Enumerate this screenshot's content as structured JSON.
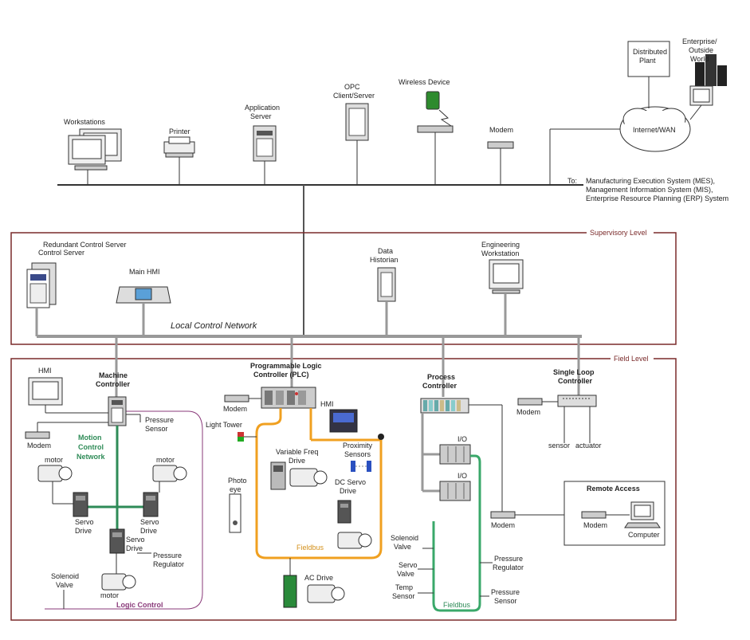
{
  "network": {
    "workstations": "Workstations",
    "printer": "Printer",
    "application_server": [
      "Application",
      "Server"
    ],
    "opc_server": [
      "OPC",
      "Client/Server"
    ],
    "wireless_device": "Wireless Device",
    "modem": "Modem",
    "distributed_plant": [
      "Distributed",
      "Plant"
    ],
    "enterprise": [
      "Enterprise/",
      "Outside",
      "World"
    ],
    "internet": "Internet/WAN",
    "to_label": "To:",
    "to_lines": [
      "Manufacturing Execution System (MES),",
      "Management Information System (MIS),",
      "Enterprise Resource Planning (ERP) System"
    ]
  },
  "supervisory": {
    "level_label": "Supervisory Level",
    "redundant_server": "Redundant Control Server",
    "control_server": "Control Server",
    "main_hmi": "Main HMI",
    "data_historian": [
      "Data",
      "Historian"
    ],
    "engineering_ws": [
      "Engineering",
      "Workstation"
    ],
    "local_network": "Local Control Network"
  },
  "field": {
    "level_label": "Field Level",
    "hmi": "HMI",
    "machine_controller": [
      "Machine",
      "Controller"
    ],
    "modem": "Modem",
    "pressure_sensor": [
      "Pressure",
      "Sensor"
    ],
    "motion_network": [
      "Motion",
      "Control",
      "Network"
    ],
    "motor": "motor",
    "servo_drive": [
      "Servo",
      "Drive"
    ],
    "pressure_regulator": [
      "Pressure",
      "Regulator"
    ],
    "solenoid_valve": [
      "Solenoid",
      "Valve"
    ],
    "logic_control": "Logic Control",
    "plc": [
      "Programmable Logic",
      "Controller (PLC)"
    ],
    "plc_modem": "Modem",
    "plc_hmi": "HMI",
    "light_tower": "Light Tower",
    "vfd": [
      "Variable Freq",
      "Drive"
    ],
    "prox_sensors": [
      "Proximity",
      "Sensors"
    ],
    "dc_servo": [
      "DC Servo",
      "Drive"
    ],
    "photo_eye": [
      "Photo",
      "eye"
    ],
    "fieldbus": "Fieldbus",
    "ac_drive": "AC Drive",
    "process_controller": [
      "Process",
      "Controller"
    ],
    "io": "I/O",
    "pc_solenoid": [
      "Solenoid",
      "Valve"
    ],
    "pc_servo_valve": [
      "Servo",
      "Valve"
    ],
    "temp_sensor": [
      "Temp",
      "Sensor"
    ],
    "pc_fieldbus": "Fieldbus",
    "pc_pressure_reg": [
      "Pressure",
      "Regulator"
    ],
    "pc_pressure_sensor": [
      "Pressure",
      "Sensor"
    ],
    "pc_modem": "Modem",
    "single_loop": [
      "Single Loop",
      "Controller"
    ],
    "sl_modem": "Modem",
    "sensor": "sensor",
    "actuator": "actuator",
    "remote_access": "Remote Access",
    "ra_modem": "Modem",
    "computer": "Computer"
  }
}
